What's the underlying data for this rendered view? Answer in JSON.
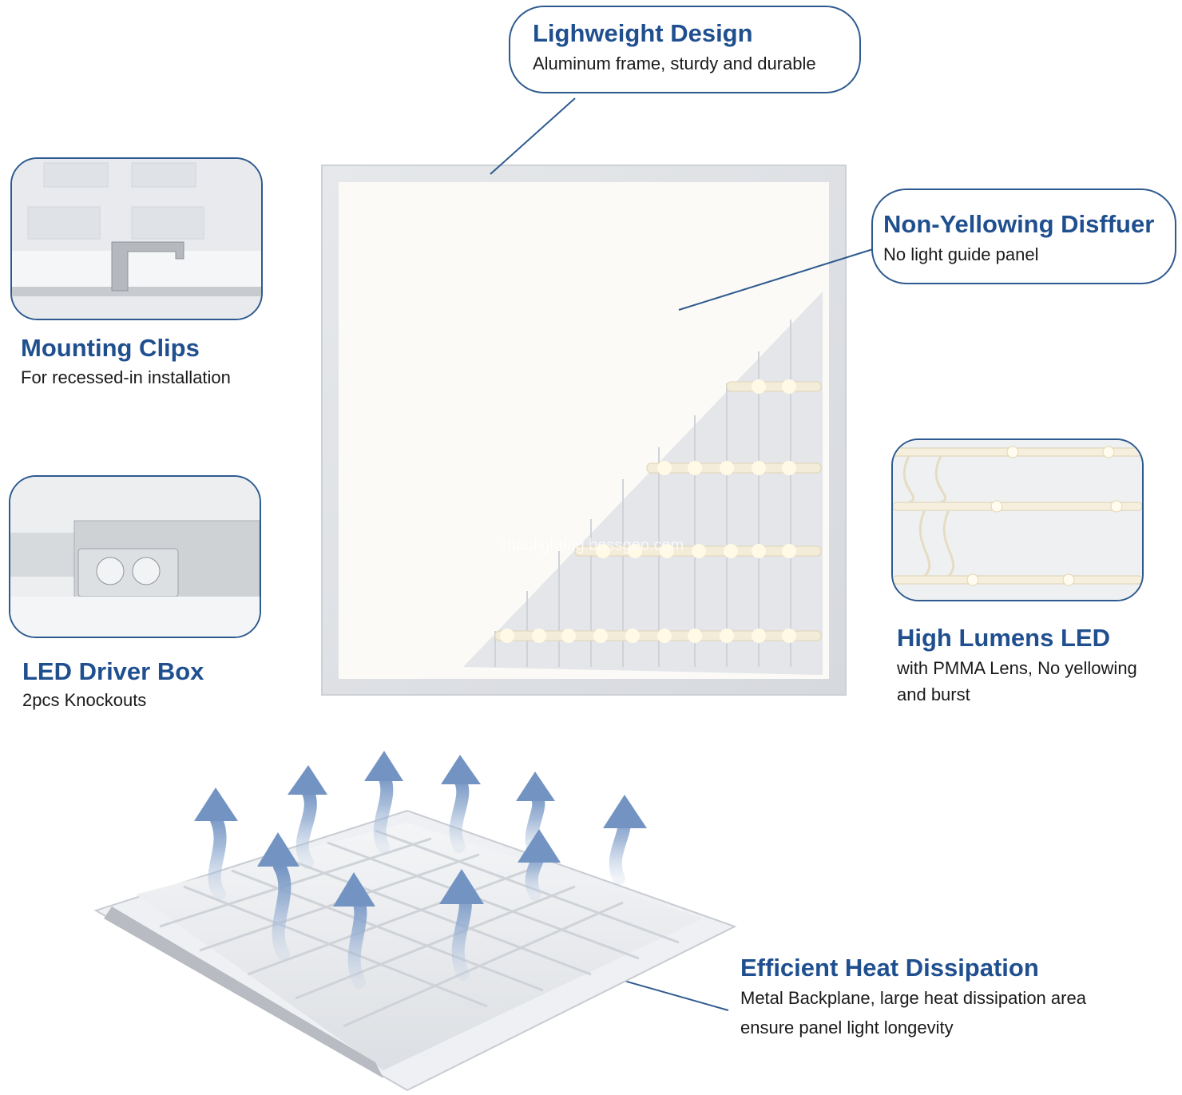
{
  "features": {
    "lightweight": {
      "title": "Lighweight Design",
      "desc": "Aluminum frame, sturdy and durable"
    },
    "diffuser": {
      "title": "Non-Yellowing Disffuer",
      "desc": "No light guide panel"
    },
    "mounting": {
      "title": "Mounting Clips",
      "desc": "For recessed-in installation"
    },
    "driver": {
      "title": "LED Driver Box",
      "desc": "2pcs Knockouts"
    },
    "lumens": {
      "title": "High Lumens LED",
      "desc_line1": "with PMMA Lens, No yellowing",
      "desc_line2": "and burst"
    },
    "heat": {
      "title": "Efficient Heat Dissipation",
      "desc_line1": "Metal Backplane, large heat dissipation area",
      "desc_line2": "ensure panel light longevity"
    }
  },
  "watermark": "zhaolighting.bossgoo.com",
  "colors": {
    "accent": "#1f4f8f",
    "border": "#2e5a8f",
    "arrow": "#7f9fc9"
  }
}
